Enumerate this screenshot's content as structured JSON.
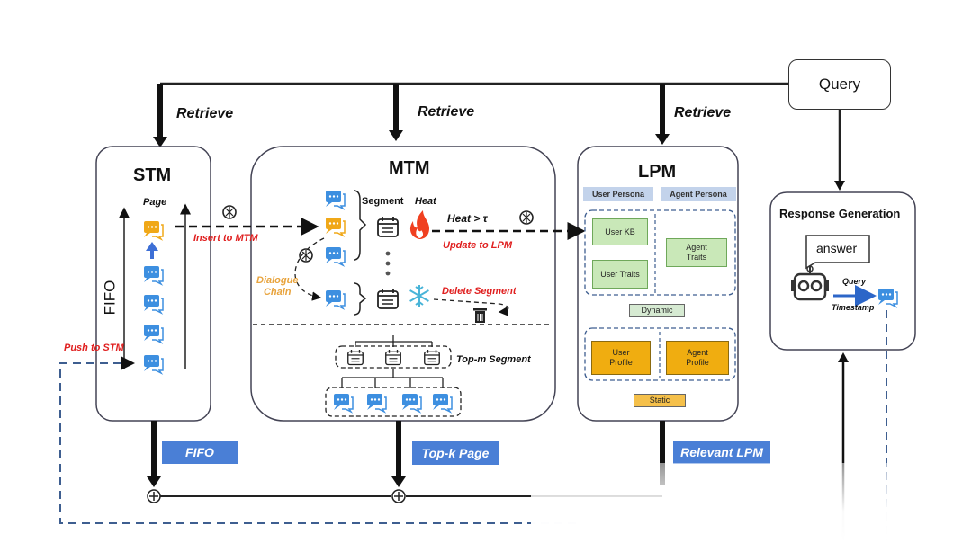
{
  "query": {
    "label": "Query"
  },
  "retrieve": {
    "label": "Retrieve"
  },
  "stm": {
    "title": "STM",
    "page_label": "Page",
    "fifo_label": "FIFO",
    "push_label": "Push to STM",
    "insert_label": "Insert to MTM",
    "out_tag": "FIFO"
  },
  "mtm": {
    "title": "MTM",
    "segment_label": "Segment",
    "heat_label": "Heat",
    "heat_compare": "Heat > τ",
    "dialogue_chain_label": "Dialogue\nChain",
    "update_label": "Update to LPM",
    "delete_label": "Delete Segment",
    "top_m_label": "Top-m Segment",
    "out_tag": "Top-k Page"
  },
  "lpm": {
    "title": "LPM",
    "user_persona": "User Persona",
    "agent_persona": "Agent Persona",
    "user_kb": "User KB",
    "user_traits": "User Traits",
    "agent_traits": "Agent\nTraits",
    "dynamic": "Dynamic",
    "user_profile": "User\nProfile",
    "agent_profile": "Agent\nProfile",
    "static": "Static",
    "out_tag": "Relevant LPM"
  },
  "response": {
    "title": "Response Generation",
    "answer": "answer",
    "query_label": "Query",
    "timestamp_label": "Timestamp"
  },
  "colors": {
    "accent_blue": "#4a7fd6",
    "chat_blue": "#3d8fe0",
    "chat_orange": "#f0a818",
    "alert_red": "#e02020",
    "chain_orange": "#e8a33c",
    "kb_green": "#c9e8b8",
    "profile_yellow": "#f0ad10",
    "persona_header": "#c3d3eb"
  },
  "icons": [
    "chat-bubble-icon",
    "calendar-segment-icon",
    "fire-icon",
    "snowflake-icon",
    "trash-icon",
    "openai-logo-icon",
    "robot-icon"
  ]
}
